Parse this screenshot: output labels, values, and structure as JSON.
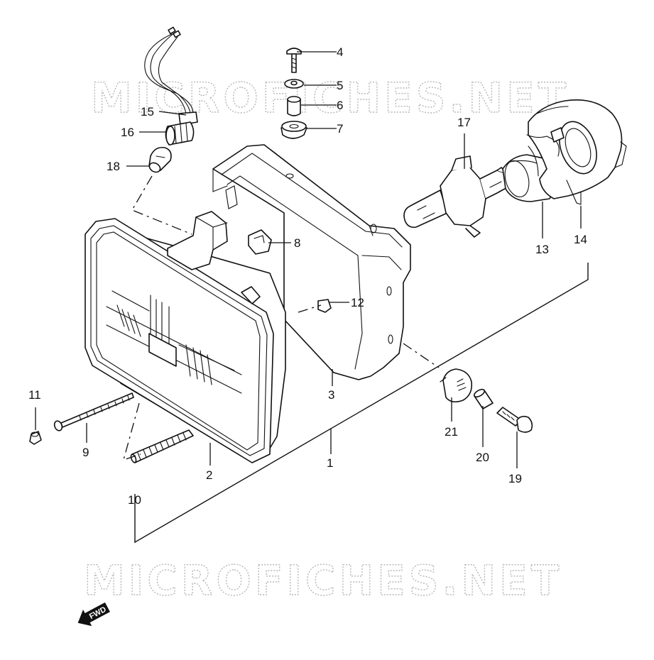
{
  "watermark": {
    "top": "MICROFICHES.NET",
    "bottom": "MICROFICHES.NET"
  },
  "fwd_label": "FWD",
  "callouts": {
    "c1": "1",
    "c2": "2",
    "c3": "3",
    "c4": "4",
    "c5": "5",
    "c6": "6",
    "c7": "7",
    "c8": "8",
    "c9": "9",
    "c10": "10",
    "c11": "11",
    "c12": "12",
    "c13": "13",
    "c14": "14",
    "c15": "15",
    "c16": "16",
    "c17": "17",
    "c18": "18",
    "c19": "19",
    "c20": "20",
    "c21": "21"
  }
}
